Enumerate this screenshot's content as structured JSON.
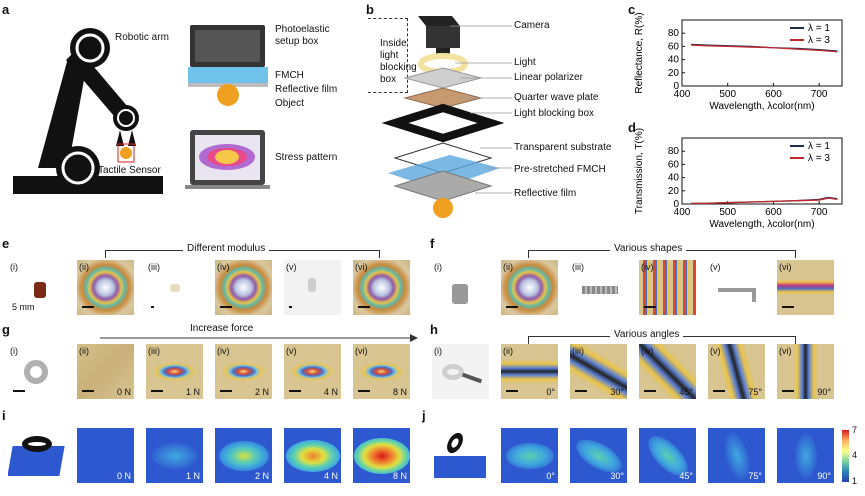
{
  "panel_labels": {
    "a": "a",
    "b": "b",
    "c": "c",
    "d": "d",
    "e": "e",
    "f": "f",
    "g": "g",
    "h": "h",
    "i": "i",
    "j": "j"
  },
  "panel_a": {
    "robotic_arm": "Robotic arm",
    "tactile_sensor": "Tactile Sensor",
    "photoelastic_box_1": "Photoelastic",
    "photoelastic_box_2": "setup box",
    "fmch": "FMCH",
    "reflective_film": "Reflective film",
    "object": "Object",
    "stress_pattern": "Stress pattern"
  },
  "panel_b": {
    "inside_1": "Inside",
    "inside_2": "light",
    "inside_3": "blocking",
    "inside_4": "box",
    "camera": "Camera",
    "light": "Light",
    "linear_polarizer": "Linear polarizer",
    "quarter_wave_plate": "Quarter wave plate",
    "light_blocking_box": "Light blocking box",
    "transparent_substrate": "Transparent substrate",
    "pre_stretched_fmch": "Pre-stretched FMCH",
    "reflective_film": "Reflective film"
  },
  "panel_e": {
    "header": "Different modulus",
    "scale": "5 mm",
    "romans": [
      "(i)",
      "(ii)",
      "(iii)",
      "(iv)",
      "(v)",
      "(vi)"
    ]
  },
  "panel_f": {
    "header": "Various shapes",
    "romans": [
      "(i)",
      "(ii)",
      "(iii)",
      "(iv)",
      "(v)",
      "(vi)"
    ]
  },
  "panel_g": {
    "header": "Increase force",
    "romans": [
      "(i)",
      "(ii)",
      "(iii)",
      "(iv)",
      "(v)",
      "(vi)"
    ],
    "forces": [
      "0 N",
      "1 N",
      "2 N",
      "4 N",
      "8 N"
    ]
  },
  "panel_h": {
    "header": "Various angles",
    "romans": [
      "(i)",
      "(ii)",
      "(iii)",
      "(iv)",
      "(v)",
      "(vi)"
    ],
    "angles": [
      "0°",
      "30°",
      "45°",
      "75°",
      "90°"
    ]
  },
  "panel_i": {
    "forces": [
      "0 N",
      "1 N",
      "2 N",
      "4 N",
      "8 N"
    ]
  },
  "panel_j": {
    "angles": [
      "0°",
      "30°",
      "45°",
      "75°",
      "90°"
    ]
  },
  "colorbar": {
    "ticks": [
      "7",
      "4",
      "1"
    ],
    "colors": [
      "#d7191c",
      "#fdae61",
      "#ffff8c",
      "#7fd4a0",
      "#2b83ba",
      "#2c3fb0"
    ]
  },
  "chart_data": [
    {
      "type": "line",
      "title": "",
      "xlabel": "Wavelength, λcolor(nm)",
      "ylabel": "Reflectance, R(%)",
      "xlim": [
        400,
        750
      ],
      "ylim": [
        0,
        100
      ],
      "xticks": [
        "400",
        "500",
        "600",
        "700"
      ],
      "yticks": [
        "0",
        "20",
        "40",
        "60",
        "80"
      ],
      "legend": "top-right",
      "legend_labels": [
        "λ = 1",
        "λ = 3"
      ],
      "series": [
        {
          "name": "λ = 1",
          "color": "#1f2d4f",
          "x": [
            420,
            450,
            500,
            550,
            600,
            650,
            700,
            740
          ],
          "y": [
            63,
            62,
            61,
            60,
            58,
            57,
            55,
            53
          ]
        },
        {
          "name": "λ = 3",
          "color": "#c0282d",
          "x": [
            420,
            450,
            500,
            550,
            600,
            650,
            700,
            740
          ],
          "y": [
            62,
            61,
            60,
            59,
            58,
            56,
            54,
            52
          ]
        }
      ]
    },
    {
      "type": "line",
      "title": "",
      "xlabel": "Wavelength, λcolor(nm)",
      "ylabel": "Transmission, T(%)",
      "xlim": [
        400,
        750
      ],
      "ylim": [
        0,
        100
      ],
      "xticks": [
        "400",
        "500",
        "600",
        "700"
      ],
      "yticks": [
        "0",
        "20",
        "40",
        "60",
        "80"
      ],
      "legend": "top-right",
      "legend_labels": [
        "λ = 1",
        "λ = 3"
      ],
      "series": [
        {
          "name": "λ = 1",
          "color": "#1f2d4f",
          "x": [
            420,
            450,
            500,
            550,
            600,
            650,
            700,
            720,
            740
          ],
          "y": [
            1,
            1,
            2,
            3,
            4,
            5,
            7,
            10,
            8
          ]
        },
        {
          "name": "λ = 3",
          "color": "#c0282d",
          "x": [
            420,
            450,
            500,
            550,
            600,
            650,
            700,
            720,
            740
          ],
          "y": [
            1,
            1,
            2,
            3,
            4,
            5,
            6,
            9,
            7
          ]
        }
      ]
    }
  ]
}
